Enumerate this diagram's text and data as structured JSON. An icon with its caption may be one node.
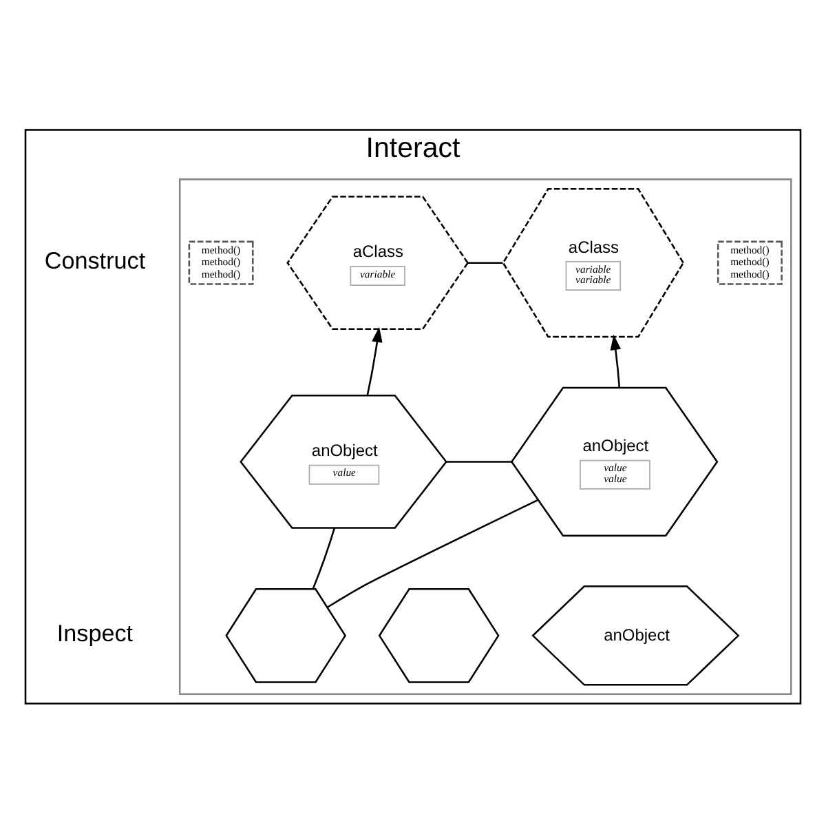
{
  "diagram": {
    "nodes": [
      {
        "text": [
          "Interact"
        ]
      },
      {
        "text": [],
        "shape": "box",
        "in": 0
      },
      {
        "text": [
          "aClass",
          "variable"
        ],
        "in": 1
      },
      {
        "text": [
          "method() method() method()"
        ],
        "in": 1
      },
      {
        "text": [
          "aClass",
          "variable variable"
        ],
        "in": 1
      },
      {
        "text": [
          "method() method() method()"
        ],
        "in": 1
      },
      {
        "text": [
          "anObject",
          "value"
        ],
        "in": 1
      },
      {
        "text": [
          "anObject",
          "value value"
        ],
        "in": 1
      },
      {
        "text": [],
        "shape": "hexagon",
        "in": 1
      },
      {
        "text": [],
        "shape": "hexagon",
        "in": 1
      },
      {
        "text": [
          "anObject"
        ],
        "in": 1
      }
    ],
    "edges": [
      {
        "from": 2,
        "to": 4,
        "arrow": "none"
      },
      {
        "from": 6,
        "to": 2,
        "arrow": "to"
      },
      {
        "from": 7,
        "to": 4,
        "arrow": "to"
      },
      {
        "from": 6,
        "to": 7,
        "arrow": "none"
      },
      {
        "from": 6,
        "to": 8,
        "arrow": "none"
      },
      {
        "from": 7,
        "to": 8,
        "arrow": "none"
      }
    ],
    "labels": [
      "Construct",
      "Inspect"
    ]
  }
}
